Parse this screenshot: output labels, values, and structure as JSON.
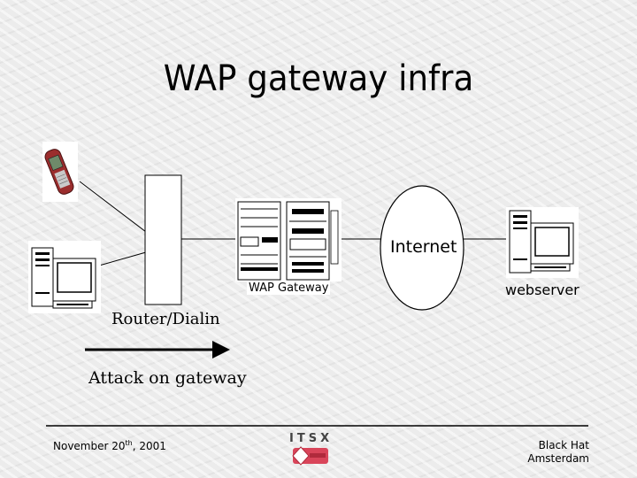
{
  "slide": {
    "title": "WAP gateway infra",
    "labels": {
      "internet": "Internet",
      "webserver": "webserver",
      "wap_gateway": "WAP Gateway",
      "router": "Router/Dialin",
      "attack": "Attack on gateway"
    }
  },
  "footer": {
    "date_prefix": "November 20",
    "date_sup": "th",
    "date_suffix": ", 2001",
    "right_line1": "Black Hat",
    "right_line2": "Amsterdam",
    "logo": "ITSX"
  },
  "colors": {
    "logo_red": "#d9455a",
    "phone_red": "#9b2d2d"
  },
  "icons": [
    "mobile-phone-icon",
    "desktop-pc-icon",
    "server-rack-icon",
    "webserver-pc-icon",
    "attack-arrow-icon"
  ]
}
